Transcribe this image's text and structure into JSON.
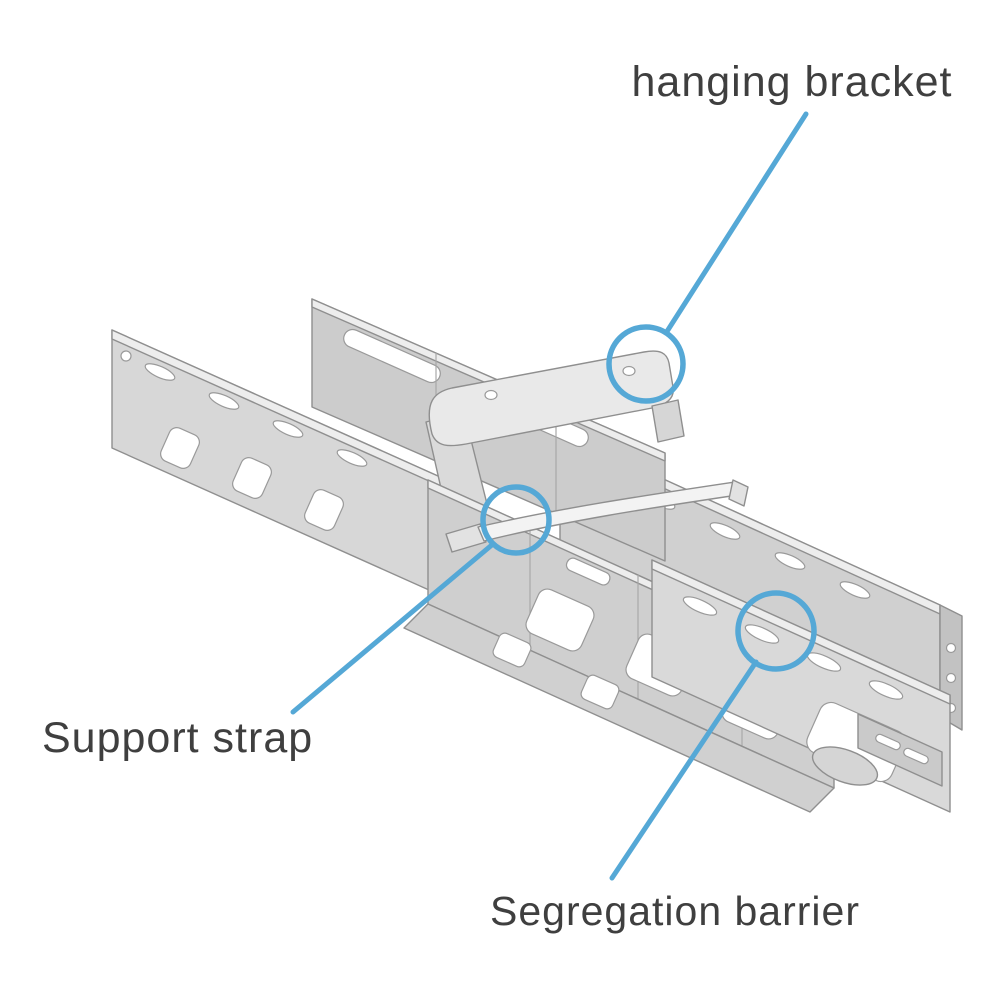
{
  "figure": {
    "accent_color": "#55a8d6",
    "text_color": "#3f3f3f",
    "labels": {
      "hanging_bracket": "hanging bracket",
      "support_strap": "Support strap",
      "segregation_barrier": "Segregation barrier"
    }
  }
}
